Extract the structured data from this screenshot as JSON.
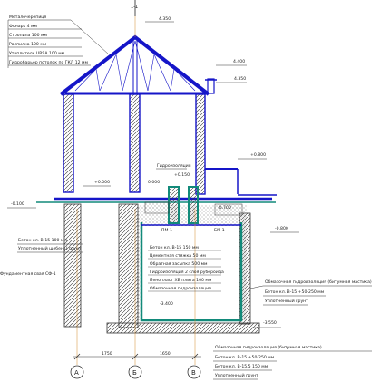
{
  "section_mark": "1-1",
  "roof_build_up": {
    "title": "Металочерепиця",
    "lines": [
      "Фонарь 4 мм",
      "Стропила 100 мм",
      "Распилка 100 мм",
      "Утеплитель URSA 100 мм",
      "Гидробарьер потолок по ГКЛ 12 мм"
    ]
  },
  "levels": {
    "ridge": "4.350",
    "chimney_top": "4.400",
    "chimney_base": "4.350",
    "first_floor": "+0.000",
    "ground_left": "-0.100",
    "outside_right": "+0.800",
    "step": "0.000",
    "pit_a": "+0.150",
    "pit_b": "-0.700",
    "ground_right": "-0.800",
    "basement_floor": "-3.400",
    "footing_bottom": "-3.550"
  },
  "labels": {
    "waterproofing": "Гидроизоляция",
    "pm1": "ПМ-1",
    "bm1": "БМ-1",
    "wall_left_1": "Бетон кл. В-15 100 мм",
    "wall_left_2": "Уплотненный щебень/ грунт",
    "pile_left": "Фундаментная свая СФ-1"
  },
  "floor_build_up": {
    "lines": [
      "Бетон кл. В-15 150 мм",
      "Цементная стяжка 50 мм",
      "Обратная засыпка 500 мм",
      "Гидроизоляция 2 слоя рубероида",
      "Пенопласт ХВ плита 100 мм",
      "Обмазочная гидроизоляция"
    ]
  },
  "wall_right": {
    "title": "Обмазочная гидроизоляция (битумная мастика)",
    "lines": [
      "Бетон кл. В-15 +50-250 мм",
      "Уплотненный грунт"
    ]
  },
  "footing_right": {
    "title": "Обмазочная гидроизоляция (битумная мастика)",
    "lines": [
      "Бетон кл. В-15 +50-250 мм",
      "Бетон кл. В-15,5 150 мм",
      "Уплотненный грунт"
    ]
  },
  "dimensions": [
    "1750",
    "1650"
  ],
  "axes": [
    "А",
    "Б",
    "В"
  ],
  "colors": {
    "wall_blue": "#1515c8",
    "waterproof_teal": "#128a7a",
    "hatch": "#303030",
    "leader": "#d48a2a"
  }
}
